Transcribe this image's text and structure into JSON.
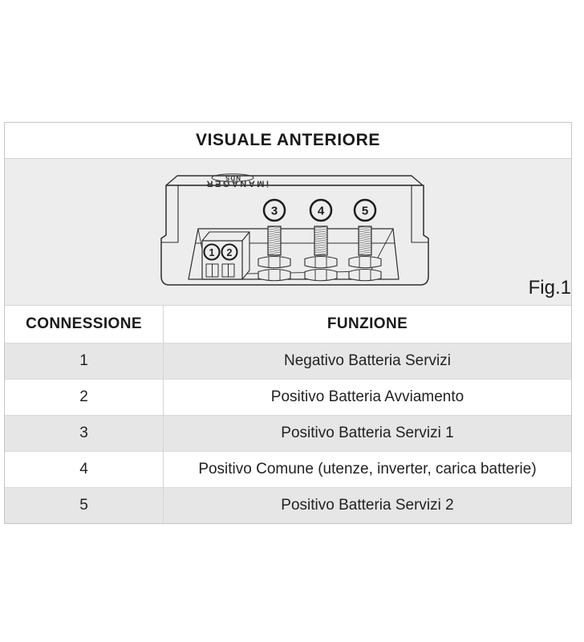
{
  "panel": {
    "title": "VISUALE ANTERIORE",
    "fig_label": "Fig.1",
    "diagram": {
      "brand": "NDS",
      "model": "iMANAGER",
      "terminal_labels": [
        "1",
        "2",
        "3",
        "4",
        "5"
      ]
    },
    "table": {
      "headers": {
        "connection": "CONNESSIONE",
        "function": "FUNZIONE"
      },
      "rows": [
        {
          "connection": "1",
          "function": "Negativo Batteria Servizi"
        },
        {
          "connection": "2",
          "function": "Positivo Batteria Avviamento"
        },
        {
          "connection": "3",
          "function": "Positivo Batteria Servizi 1"
        },
        {
          "connection": "4",
          "function": "Positivo Comune (utenze, inverter, carica batterie)"
        },
        {
          "connection": "5",
          "function": "Positivo Batteria Servizi 2"
        }
      ]
    },
    "colors": {
      "diagram_background": "#ededed",
      "row_alt_background": "#e6e6e6",
      "table_border": "#c7c7c7",
      "text": "#1d1d1d",
      "line_art": "#2e2e2e"
    }
  }
}
